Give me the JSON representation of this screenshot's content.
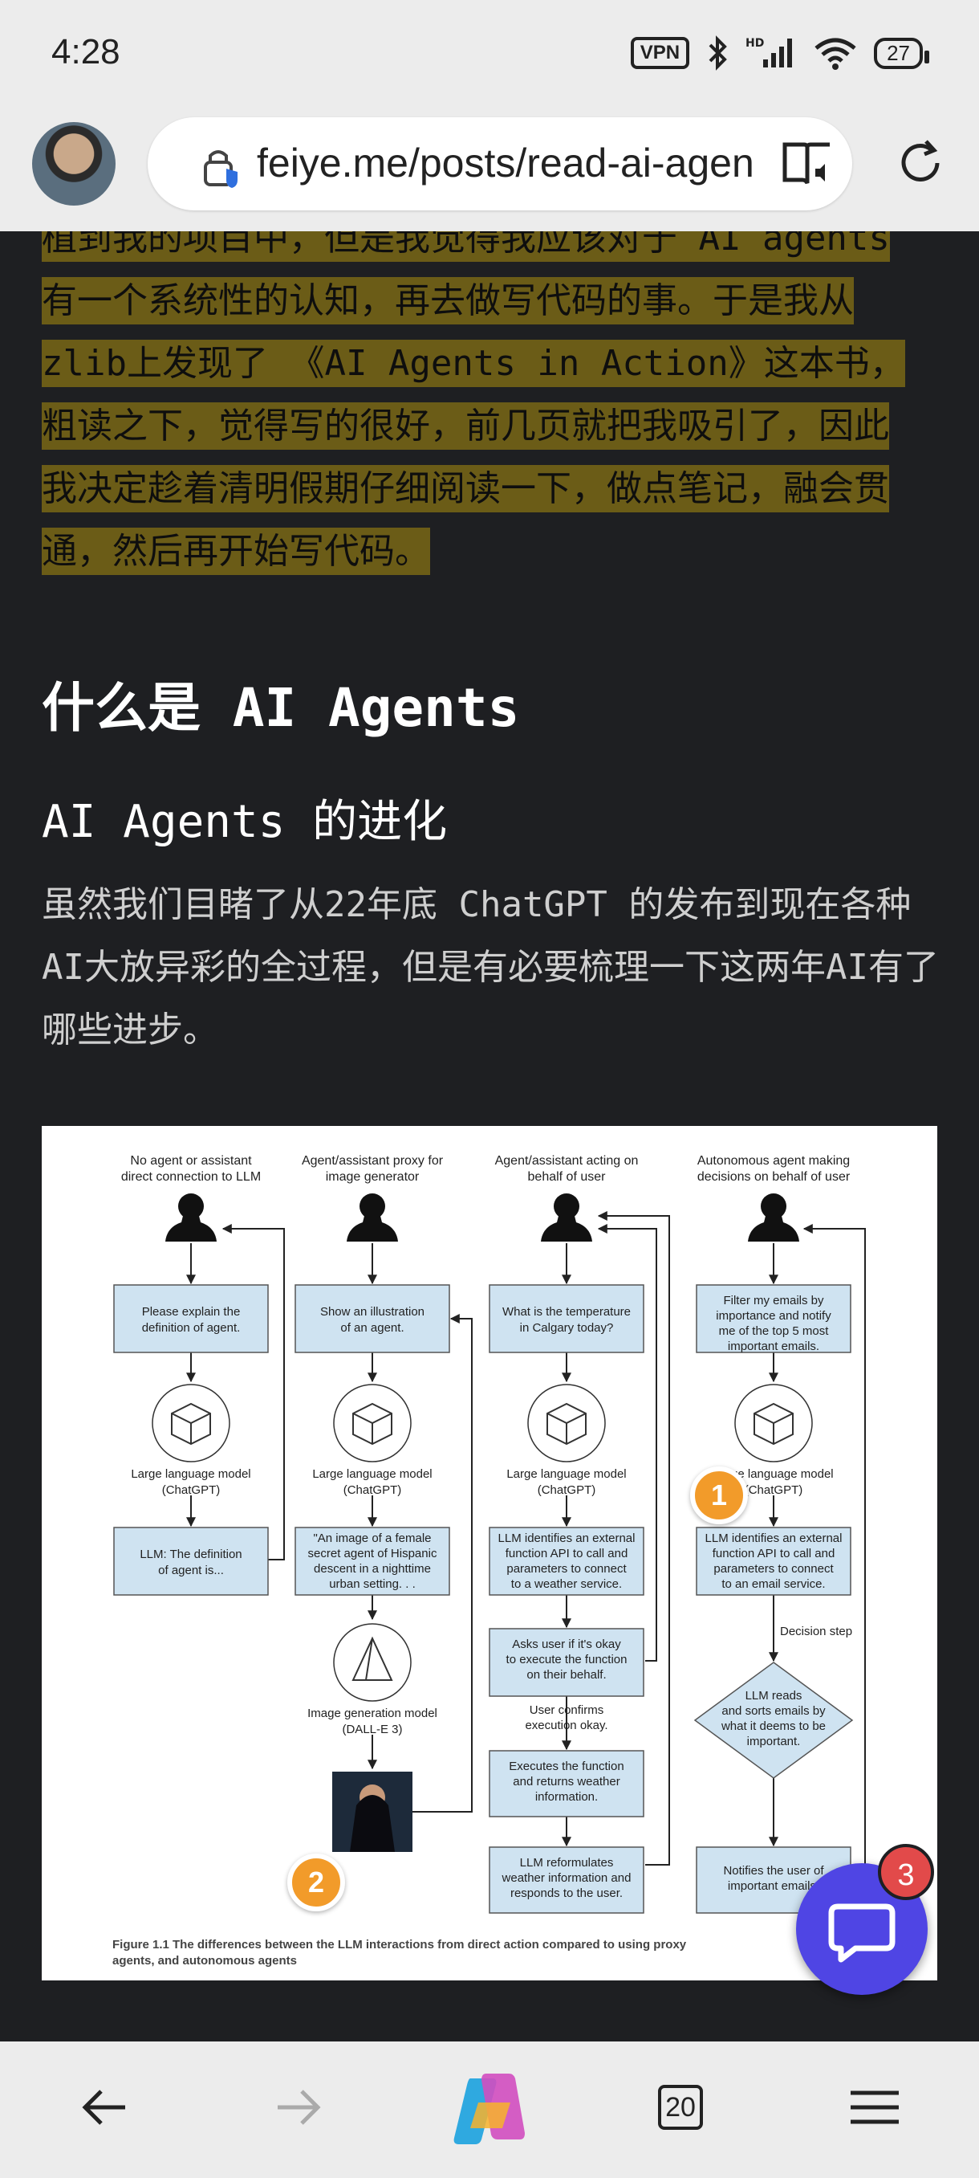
{
  "status_bar": {
    "time": "4:28",
    "vpn_label": "VPN",
    "hd_label": "HD",
    "battery": "27"
  },
  "browser": {
    "url": "feiye.me/posts/read-ai-agents",
    "tab_count": "20"
  },
  "article": {
    "highlight_lines": [
      "植到我的项目中，但是我觉得我应该对于 AI agents",
      "有一个系统性的认知，再去做写代码的事。于是我从",
      "zlib上发现了 《AI Agents in Action》这本书，",
      "粗读之下，觉得写的很好，前几页就把我吸引了，因此",
      "我决定趁着清明假期仔细阅读一下，做点笔记，融会贯",
      "通，然后再开始写代码。"
    ],
    "h2": "什么是 AI Agents",
    "h3": "AI Agents 的进化",
    "paragraph": "虽然我们目睹了从22年底 ChatGPT 的发布到现在各种AI大放异彩的全过程，但是有必要梳理一下这两年AI有了哪些进步。"
  },
  "figure": {
    "col_headers": [
      [
        "No agent or assistant",
        "direct connection to LLM"
      ],
      [
        "Agent/assistant proxy for",
        "image generator"
      ],
      [
        "Agent/assistant acting on",
        "behalf of user"
      ],
      [
        "Autonomous agent making",
        "decisions on behalf of user"
      ]
    ],
    "col1": {
      "prompt": [
        "Please explain the",
        "definition of agent."
      ],
      "model": [
        "Large language model",
        "(ChatGPT)"
      ],
      "result": [
        "LLM: The definition",
        "of agent is..."
      ]
    },
    "col2": {
      "prompt": [
        "Show an illustration",
        "of an agent."
      ],
      "model": [
        "Large language model",
        "(ChatGPT)"
      ],
      "result": [
        "\"An image of a female",
        "secret agent of Hispanic",
        "descent in a nighttime",
        "urban setting. . ."
      ],
      "model2": [
        "Image generation model",
        "(DALL-E 3)"
      ]
    },
    "col3": {
      "prompt": [
        "What is the temperature",
        "in Calgary today?"
      ],
      "model": [
        "Large language model",
        "(ChatGPT)"
      ],
      "step1": [
        "LLM identifies an external",
        "function API to call and",
        "parameters to connect",
        "to a weather service."
      ],
      "step2": [
        "Asks user if it's okay",
        "to execute the function",
        "on their behalf."
      ],
      "confirm": [
        "User confirms",
        "execution okay."
      ],
      "step3": [
        "Executes the function",
        "and returns weather",
        "information."
      ],
      "step4": [
        "LLM reformulates",
        "weather information and",
        "responds to the user."
      ]
    },
    "col4": {
      "prompt": [
        "Filter my emails by",
        "importance and notify",
        "me of the top 5 most",
        "important emails."
      ],
      "model": [
        "Large language model",
        "(ChatGPT)"
      ],
      "step1": [
        "LLM identifies an external",
        "function API to call and",
        "parameters to connect",
        "to an email service."
      ],
      "decision_label": "Decision step",
      "decision": [
        "LLM reads",
        "and sorts emails by",
        "what it deems to be",
        "important."
      ],
      "final": [
        "Notifies the user of",
        "important emails."
      ]
    },
    "caption_bold": "Figure 1.1   The differences between the LLM interactions from direct action compared to using proxy",
    "caption_line2": "agents, and autonomous agents"
  },
  "badges": {
    "one": "1",
    "two": "2"
  },
  "chat_fab": {
    "count": "3"
  },
  "colors": {
    "highlight": "#6b5c17",
    "box_fill": "#cfe3f1",
    "fab": "#4f45e4",
    "badge": "#f29b2a"
  }
}
